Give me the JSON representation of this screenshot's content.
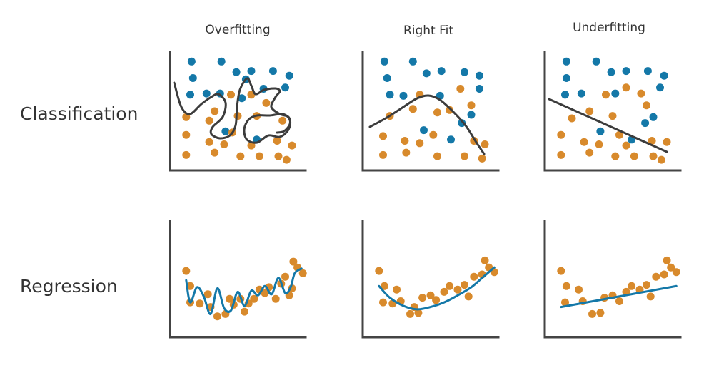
{
  "colors": {
    "blue": "#1478a8",
    "orange": "#d88a2c",
    "boundary": "#3c3c3c",
    "regression_line": "#1478a8",
    "axis": "#444444"
  },
  "column_titles": [
    "Overfitting",
    "Right Fit",
    "Underfitting"
  ],
  "row_titles": [
    "Classification",
    "Regression"
  ],
  "panels": [
    {
      "id": "classification-overfitting",
      "kind": "classification",
      "fit": "wiggly-boundary",
      "blue_points": [
        [
          0.16,
          0.92
        ],
        [
          0.38,
          0.92
        ],
        [
          0.17,
          0.78
        ],
        [
          0.49,
          0.83
        ],
        [
          0.6,
          0.84
        ],
        [
          0.76,
          0.84
        ],
        [
          0.88,
          0.8
        ],
        [
          0.15,
          0.64
        ],
        [
          0.27,
          0.65
        ],
        [
          0.37,
          0.65
        ],
        [
          0.56,
          0.77
        ],
        [
          0.69,
          0.69
        ],
        [
          0.85,
          0.7
        ],
        [
          0.53,
          0.61
        ],
        [
          0.41,
          0.33
        ],
        [
          0.64,
          0.26
        ]
      ],
      "orange_points": [
        [
          0.45,
          0.64
        ],
        [
          0.6,
          0.64
        ],
        [
          0.71,
          0.57
        ],
        [
          0.33,
          0.5
        ],
        [
          0.5,
          0.46
        ],
        [
          0.12,
          0.45
        ],
        [
          0.29,
          0.42
        ],
        [
          0.64,
          0.46
        ],
        [
          0.83,
          0.42
        ],
        [
          0.46,
          0.32
        ],
        [
          0.12,
          0.3
        ],
        [
          0.29,
          0.24
        ],
        [
          0.4,
          0.22
        ],
        [
          0.6,
          0.21
        ],
        [
          0.79,
          0.25
        ],
        [
          0.9,
          0.21
        ],
        [
          0.12,
          0.13
        ],
        [
          0.33,
          0.15
        ],
        [
          0.52,
          0.12
        ],
        [
          0.66,
          0.12
        ],
        [
          0.8,
          0.12
        ],
        [
          0.86,
          0.09
        ]
      ]
    },
    {
      "id": "classification-right-fit",
      "kind": "classification",
      "fit": "curved-boundary",
      "blue_points": [
        [
          0.16,
          0.92
        ],
        [
          0.37,
          0.92
        ],
        [
          0.18,
          0.78
        ],
        [
          0.47,
          0.82
        ],
        [
          0.58,
          0.84
        ],
        [
          0.75,
          0.83
        ],
        [
          0.86,
          0.8
        ],
        [
          0.86,
          0.69
        ],
        [
          0.2,
          0.64
        ],
        [
          0.3,
          0.63
        ],
        [
          0.57,
          0.63
        ],
        [
          0.8,
          0.47
        ],
        [
          0.45,
          0.34
        ],
        [
          0.73,
          0.4
        ],
        [
          0.65,
          0.26
        ]
      ],
      "orange_points": [
        [
          0.42,
          0.64
        ],
        [
          0.72,
          0.69
        ],
        [
          0.8,
          0.55
        ],
        [
          0.37,
          0.52
        ],
        [
          0.55,
          0.49
        ],
        [
          0.64,
          0.51
        ],
        [
          0.2,
          0.46
        ],
        [
          0.52,
          0.3
        ],
        [
          0.15,
          0.29
        ],
        [
          0.31,
          0.25
        ],
        [
          0.42,
          0.23
        ],
        [
          0.82,
          0.25
        ],
        [
          0.9,
          0.22
        ],
        [
          0.15,
          0.13
        ],
        [
          0.32,
          0.15
        ],
        [
          0.55,
          0.12
        ],
        [
          0.75,
          0.12
        ],
        [
          0.88,
          0.1
        ]
      ]
    },
    {
      "id": "classification-underfitting",
      "kind": "classification",
      "fit": "straight-boundary",
      "blue_points": [
        [
          0.16,
          0.92
        ],
        [
          0.38,
          0.92
        ],
        [
          0.16,
          0.78
        ],
        [
          0.49,
          0.83
        ],
        [
          0.6,
          0.84
        ],
        [
          0.76,
          0.84
        ],
        [
          0.88,
          0.8
        ],
        [
          0.85,
          0.7
        ],
        [
          0.15,
          0.64
        ],
        [
          0.27,
          0.65
        ],
        [
          0.52,
          0.65
        ],
        [
          0.8,
          0.45
        ],
        [
          0.41,
          0.33
        ],
        [
          0.64,
          0.26
        ],
        [
          0.74,
          0.4
        ]
      ],
      "orange_points": [
        [
          0.45,
          0.64
        ],
        [
          0.6,
          0.7
        ],
        [
          0.71,
          0.65
        ],
        [
          0.75,
          0.55
        ],
        [
          0.33,
          0.5
        ],
        [
          0.5,
          0.46
        ],
        [
          0.2,
          0.44
        ],
        [
          0.55,
          0.3
        ],
        [
          0.12,
          0.3
        ],
        [
          0.29,
          0.24
        ],
        [
          0.4,
          0.22
        ],
        [
          0.6,
          0.21
        ],
        [
          0.79,
          0.25
        ],
        [
          0.9,
          0.24
        ],
        [
          0.12,
          0.13
        ],
        [
          0.33,
          0.15
        ],
        [
          0.52,
          0.12
        ],
        [
          0.66,
          0.12
        ],
        [
          0.8,
          0.12
        ],
        [
          0.86,
          0.09
        ]
      ]
    },
    {
      "id": "regression-overfitting",
      "kind": "regression",
      "fit": "wiggly-curve",
      "points": [
        [
          0.12,
          0.57
        ],
        [
          0.15,
          0.44
        ],
        [
          0.15,
          0.3
        ],
        [
          0.22,
          0.29
        ],
        [
          0.28,
          0.37
        ],
        [
          0.3,
          0.26
        ],
        [
          0.35,
          0.18
        ],
        [
          0.41,
          0.2
        ],
        [
          0.44,
          0.33
        ],
        [
          0.47,
          0.28
        ],
        [
          0.52,
          0.33
        ],
        [
          0.55,
          0.22
        ],
        [
          0.58,
          0.29
        ],
        [
          0.62,
          0.33
        ],
        [
          0.66,
          0.41
        ],
        [
          0.7,
          0.38
        ],
        [
          0.73,
          0.43
        ],
        [
          0.78,
          0.33
        ],
        [
          0.82,
          0.46
        ],
        [
          0.85,
          0.52
        ],
        [
          0.88,
          0.36
        ],
        [
          0.9,
          0.42
        ],
        [
          0.91,
          0.65
        ],
        [
          0.94,
          0.6
        ],
        [
          0.98,
          0.55
        ]
      ],
      "curve": [
        [
          0.12,
          0.49
        ],
        [
          0.15,
          0.3
        ],
        [
          0.2,
          0.43
        ],
        [
          0.25,
          0.35
        ],
        [
          0.3,
          0.2
        ],
        [
          0.35,
          0.42
        ],
        [
          0.4,
          0.25
        ],
        [
          0.45,
          0.23
        ],
        [
          0.5,
          0.39
        ],
        [
          0.55,
          0.27
        ],
        [
          0.6,
          0.4
        ],
        [
          0.65,
          0.36
        ],
        [
          0.7,
          0.44
        ],
        [
          0.75,
          0.37
        ],
        [
          0.8,
          0.51
        ],
        [
          0.85,
          0.38
        ],
        [
          0.89,
          0.43
        ],
        [
          0.92,
          0.55
        ],
        [
          0.97,
          0.59
        ]
      ]
    },
    {
      "id": "regression-right-fit",
      "kind": "regression",
      "fit": "smooth-curve",
      "points": [
        [
          0.12,
          0.57
        ],
        [
          0.16,
          0.44
        ],
        [
          0.15,
          0.3
        ],
        [
          0.22,
          0.29
        ],
        [
          0.25,
          0.41
        ],
        [
          0.28,
          0.31
        ],
        [
          0.35,
          0.2
        ],
        [
          0.38,
          0.26
        ],
        [
          0.41,
          0.21
        ],
        [
          0.44,
          0.34
        ],
        [
          0.5,
          0.36
        ],
        [
          0.54,
          0.32
        ],
        [
          0.6,
          0.39
        ],
        [
          0.64,
          0.44
        ],
        [
          0.7,
          0.41
        ],
        [
          0.75,
          0.45
        ],
        [
          0.78,
          0.35
        ],
        [
          0.82,
          0.52
        ],
        [
          0.88,
          0.54
        ],
        [
          0.9,
          0.66
        ],
        [
          0.93,
          0.6
        ],
        [
          0.97,
          0.56
        ]
      ],
      "curve": [
        [
          0.12,
          0.44
        ],
        [
          0.2,
          0.34
        ],
        [
          0.3,
          0.27
        ],
        [
          0.4,
          0.24
        ],
        [
          0.5,
          0.26
        ],
        [
          0.6,
          0.3
        ],
        [
          0.7,
          0.36
        ],
        [
          0.8,
          0.43
        ],
        [
          0.88,
          0.51
        ],
        [
          0.97,
          0.6
        ]
      ]
    },
    {
      "id": "regression-underfitting",
      "kind": "regression",
      "fit": "straight-line",
      "points": [
        [
          0.12,
          0.57
        ],
        [
          0.16,
          0.44
        ],
        [
          0.15,
          0.3
        ],
        [
          0.25,
          0.41
        ],
        [
          0.28,
          0.31
        ],
        [
          0.35,
          0.2
        ],
        [
          0.41,
          0.21
        ],
        [
          0.44,
          0.34
        ],
        [
          0.5,
          0.36
        ],
        [
          0.55,
          0.31
        ],
        [
          0.6,
          0.39
        ],
        [
          0.64,
          0.44
        ],
        [
          0.7,
          0.41
        ],
        [
          0.75,
          0.45
        ],
        [
          0.78,
          0.35
        ],
        [
          0.82,
          0.52
        ],
        [
          0.88,
          0.54
        ],
        [
          0.9,
          0.66
        ],
        [
          0.93,
          0.6
        ],
        [
          0.97,
          0.56
        ]
      ],
      "curve": [
        [
          0.12,
          0.26
        ],
        [
          0.97,
          0.44
        ]
      ]
    }
  ]
}
